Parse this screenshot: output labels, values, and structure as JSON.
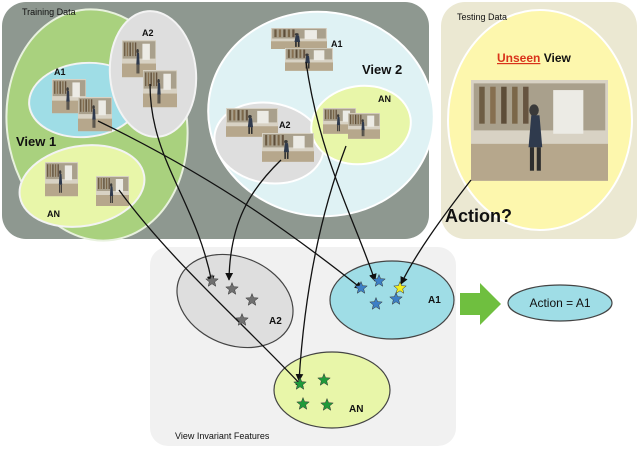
{
  "panels": {
    "training_title": "Training Data",
    "testing_title": "Testing Data",
    "features_title": "View Invariant Features"
  },
  "views": {
    "view1": "View 1",
    "view2": "View 2",
    "unseen_word": "Unseen",
    "unseen_rest": " View"
  },
  "classes": {
    "a1": "A1",
    "a2": "A2",
    "an": "AN"
  },
  "query": "Action?",
  "result": "Action = A1",
  "colors": {
    "training_bg": "#8e9890",
    "testing_bg": "#ebe8d2",
    "features_bg": "#f1f1f1",
    "view1_fill": "#a9d17e",
    "view2_fill": "#dff2f4",
    "a1_fill": "#9fdde6",
    "a2_fill": "#dedede",
    "an_fill": "#e8f6a9",
    "unseen_fill": "#fdf7ad",
    "arrow_green": "#6fbf3f",
    "star_blue": "#3d7fc6",
    "star_gray": "#6f6f6f",
    "star_green": "#1f9a3a",
    "star_yellow": "#f2ee1f",
    "unseen_red": "#d9331a"
  },
  "icons": [
    "star-icon",
    "arrow-right-icon"
  ]
}
